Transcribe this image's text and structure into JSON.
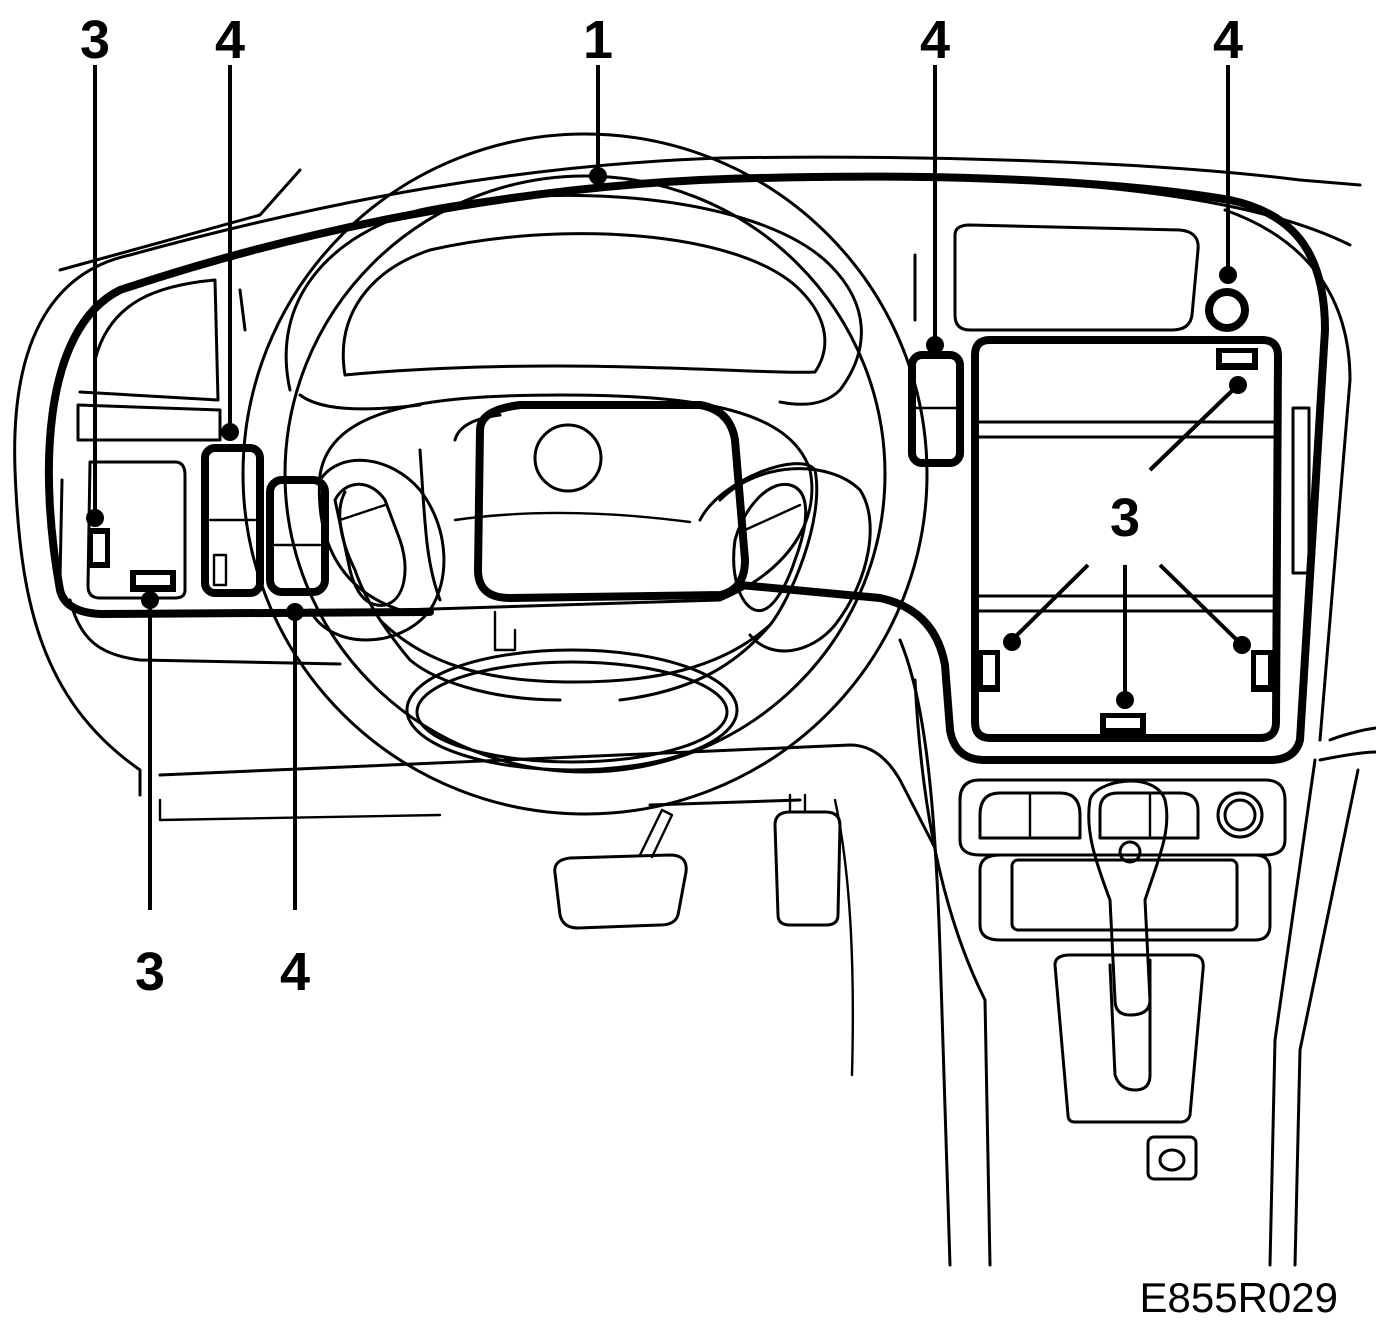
{
  "figure_code": "E855R029",
  "callouts": {
    "c1": "3",
    "c2": "4",
    "c3": "1",
    "c4": "4",
    "c5": "4",
    "c6": "3",
    "c7": "3",
    "c8": "4"
  }
}
